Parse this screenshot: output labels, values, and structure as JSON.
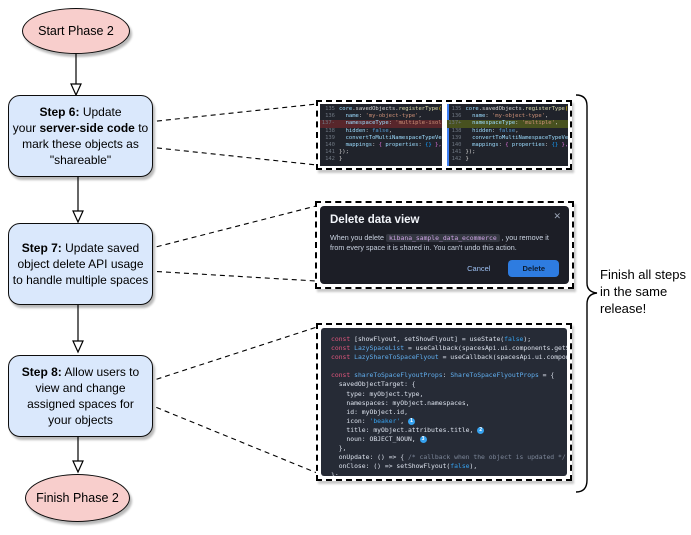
{
  "flowchart": {
    "start_label": "Start Phase 2",
    "finish_label": "Finish Phase 2",
    "steps": [
      {
        "name": "step-6",
        "segments": [
          [
            "Step 6:",
            "b"
          ],
          [
            " Update",
            "r"
          ],
          [
            "\n",
            "br"
          ],
          [
            "your ",
            "r"
          ],
          [
            "server-side code",
            "b"
          ],
          [
            " to",
            "r"
          ],
          [
            "\n",
            "br"
          ],
          [
            "mark these objects as",
            "r"
          ],
          [
            "\n",
            "br"
          ],
          [
            "\"shareable\"",
            "r"
          ]
        ]
      },
      {
        "name": "step-7",
        "segments": [
          [
            "Step 7:",
            "b"
          ],
          [
            " Update saved",
            "r"
          ],
          [
            "\n",
            "br"
          ],
          [
            "object delete API usage",
            "r"
          ],
          [
            "\n",
            "br"
          ],
          [
            "to handle multiple spaces",
            "r"
          ]
        ]
      },
      {
        "name": "step-8",
        "segments": [
          [
            "Step 8:",
            "b"
          ],
          [
            " Allow users to",
            "r"
          ],
          [
            "\n",
            "br"
          ],
          [
            "view and change",
            "r"
          ],
          [
            "\n",
            "br"
          ],
          [
            "assigned spaces for",
            "r"
          ],
          [
            "\n",
            "br"
          ],
          [
            "your objects",
            "r"
          ]
        ]
      }
    ]
  },
  "annotation": {
    "label": "Finish all steps in the same release!"
  },
  "diff": {
    "left": {
      "lines": [
        {
          "n": "135",
          "hl": "",
          "t": [
            [
              "core",
              "v"
            ],
            [
              ".savedObjects.",
              "p"
            ],
            [
              "registerType",
              "fn"
            ],
            [
              "({",
              "br"
            ]
          ]
        },
        {
          "n": "136",
          "hl": "",
          "t": [
            [
              "  name",
              "v"
            ],
            [
              ": ",
              "p"
            ],
            [
              "'my-object-type'",
              "str"
            ],
            [
              ",",
              "p"
            ]
          ]
        },
        {
          "n": "137-",
          "hl": "del",
          "t": [
            [
              "  namespaceType",
              "v"
            ],
            [
              ": ",
              "p"
            ],
            [
              "'multiple-isolated'",
              "str"
            ],
            [
              ",",
              "p"
            ]
          ]
        },
        {
          "n": "138",
          "hl": "",
          "t": [
            [
              "  hidden",
              "v"
            ],
            [
              ": ",
              "p"
            ],
            [
              "false",
              "kw"
            ],
            [
              ",",
              "p"
            ]
          ]
        },
        {
          "n": "139",
          "hl": "",
          "t": [
            [
              "  convertToMultiNamespaceTypeVersion",
              "v"
            ],
            [
              ": ",
              "p"
            ],
            [
              "'",
              "str"
            ]
          ]
        },
        {
          "n": "140",
          "hl": "",
          "t": [
            [
              "  mappings",
              "v"
            ],
            [
              ": ",
              "p"
            ],
            [
              "{ ",
              "br2"
            ],
            [
              "properties",
              "v"
            ],
            [
              ": ",
              "p"
            ],
            [
              "{}",
              "br3"
            ],
            [
              " },",
              "br2"
            ]
          ]
        },
        {
          "n": "141",
          "hl": "",
          "t": [
            [
              "});",
              "p"
            ]
          ]
        },
        {
          "n": "142",
          "hl": "",
          "t": [
            [
              "}",
              "p"
            ]
          ]
        }
      ]
    },
    "right": {
      "lines": [
        {
          "n": "135",
          "hl": "",
          "t": [
            [
              "core",
              "v"
            ],
            [
              ".savedObjects.",
              "p"
            ],
            [
              "registerType",
              "fn"
            ],
            [
              "({",
              "br"
            ]
          ]
        },
        {
          "n": "136",
          "hl": "",
          "t": [
            [
              "  name",
              "v"
            ],
            [
              ": ",
              "p"
            ],
            [
              "'my-object-type'",
              "str"
            ],
            [
              ",",
              "p"
            ]
          ]
        },
        {
          "n": "137+",
          "hl": "add",
          "t": [
            [
              "  namespaceType",
              "v"
            ],
            [
              ": ",
              "p"
            ],
            [
              "'multiple'",
              "str"
            ],
            [
              ",",
              "p"
            ]
          ]
        },
        {
          "n": "138",
          "hl": "",
          "t": [
            [
              "  hidden",
              "v"
            ],
            [
              ": ",
              "p"
            ],
            [
              "false",
              "kw"
            ],
            [
              ",",
              "p"
            ]
          ]
        },
        {
          "n": "139",
          "hl": "",
          "t": [
            [
              "  convertToMultiNamespaceTypeVersion",
              "v"
            ],
            [
              ": ",
              "p"
            ],
            [
              "'",
              "str"
            ]
          ]
        },
        {
          "n": "140",
          "hl": "",
          "t": [
            [
              "  mappings",
              "v"
            ],
            [
              ": ",
              "p"
            ],
            [
              "{ ",
              "br2"
            ],
            [
              "properties",
              "v"
            ],
            [
              ": ",
              "p"
            ],
            [
              "{}",
              "br3"
            ],
            [
              " },",
              "br2"
            ]
          ]
        },
        {
          "n": "141",
          "hl": "",
          "t": [
            [
              "});",
              "p"
            ]
          ]
        },
        {
          "n": "142",
          "hl": "",
          "t": [
            [
              "}",
              "p"
            ]
          ]
        }
      ]
    }
  },
  "modal": {
    "title": "Delete data view",
    "close_icon": "✕",
    "body_prefix": "When you delete ",
    "code_badge": "kibana_sample_data_ecommerce",
    "body_suffix": " , you remove it from every space it is shared in. You can't undo this action.",
    "cancel_label": "Cancel",
    "delete_label": "Delete"
  },
  "snippet": {
    "lines": [
      [
        [
          "const",
          "k"
        ],
        [
          " [showFlyout, setShowFlyout] = useState(",
          "t"
        ],
        [
          "false",
          "b"
        ],
        [
          ");",
          "t"
        ]
      ],
      [
        [
          "const",
          "k"
        ],
        [
          " ",
          "t"
        ],
        [
          "LazySpaceList",
          "c"
        ],
        [
          " = useCallback(spacesApi.ui.components.getSpaceLis",
          "t"
        ]
      ],
      [
        [
          "const",
          "k"
        ],
        [
          " ",
          "t"
        ],
        [
          "LazyShareToSpaceFlyout",
          "c"
        ],
        [
          " = useCallback(spacesApi.ui.components.ge",
          "t"
        ]
      ],
      [
        [
          "",
          "t"
        ]
      ],
      [
        [
          "const",
          "k"
        ],
        [
          " ",
          "t"
        ],
        [
          "shareToSpaceFlyoutProps",
          "c"
        ],
        [
          ": ",
          "t"
        ],
        [
          "ShareToSpaceFlyoutProps",
          "c"
        ],
        [
          " = {",
          "t"
        ]
      ],
      [
        [
          "  savedObjectTarget: {",
          "t"
        ]
      ],
      [
        [
          "    type: myObject.type,",
          "t"
        ]
      ],
      [
        [
          "    namespaces: myObject.namespaces,",
          "t"
        ]
      ],
      [
        [
          "    id: myObject.id,",
          "t"
        ]
      ],
      [
        [
          "    icon: ",
          "t"
        ],
        [
          "'beaker'",
          "b"
        ],
        [
          ", ",
          "t"
        ],
        [
          "1",
          "o"
        ]
      ],
      [
        [
          "    title: myObject.attributes.title, ",
          "t"
        ],
        [
          "2",
          "o"
        ]
      ],
      [
        [
          "    noun: OBJECT_NOUN, ",
          "t"
        ],
        [
          "3",
          "o"
        ]
      ],
      [
        [
          "  },",
          "t"
        ]
      ],
      [
        [
          "  onUpdate: () => { ",
          "t"
        ],
        [
          "/* callback when the object is updated */",
          "m"
        ],
        [
          " },",
          "t"
        ]
      ],
      [
        [
          "  onClose: () => setShowFlyout(",
          "t"
        ],
        [
          "false",
          "b"
        ],
        [
          "),",
          "t"
        ]
      ],
      [
        [
          "};",
          "t"
        ]
      ]
    ]
  },
  "colors": {
    "node_pink": "#f8cecc",
    "node_blue": "#dae8fc",
    "diff_delete_bg": "#58262b",
    "diff_add_bg": "#48511f",
    "modal_bg": "#1c1e26",
    "delete_button_blue": "#2e7ce0",
    "accent_blue": "#36a2ef"
  }
}
